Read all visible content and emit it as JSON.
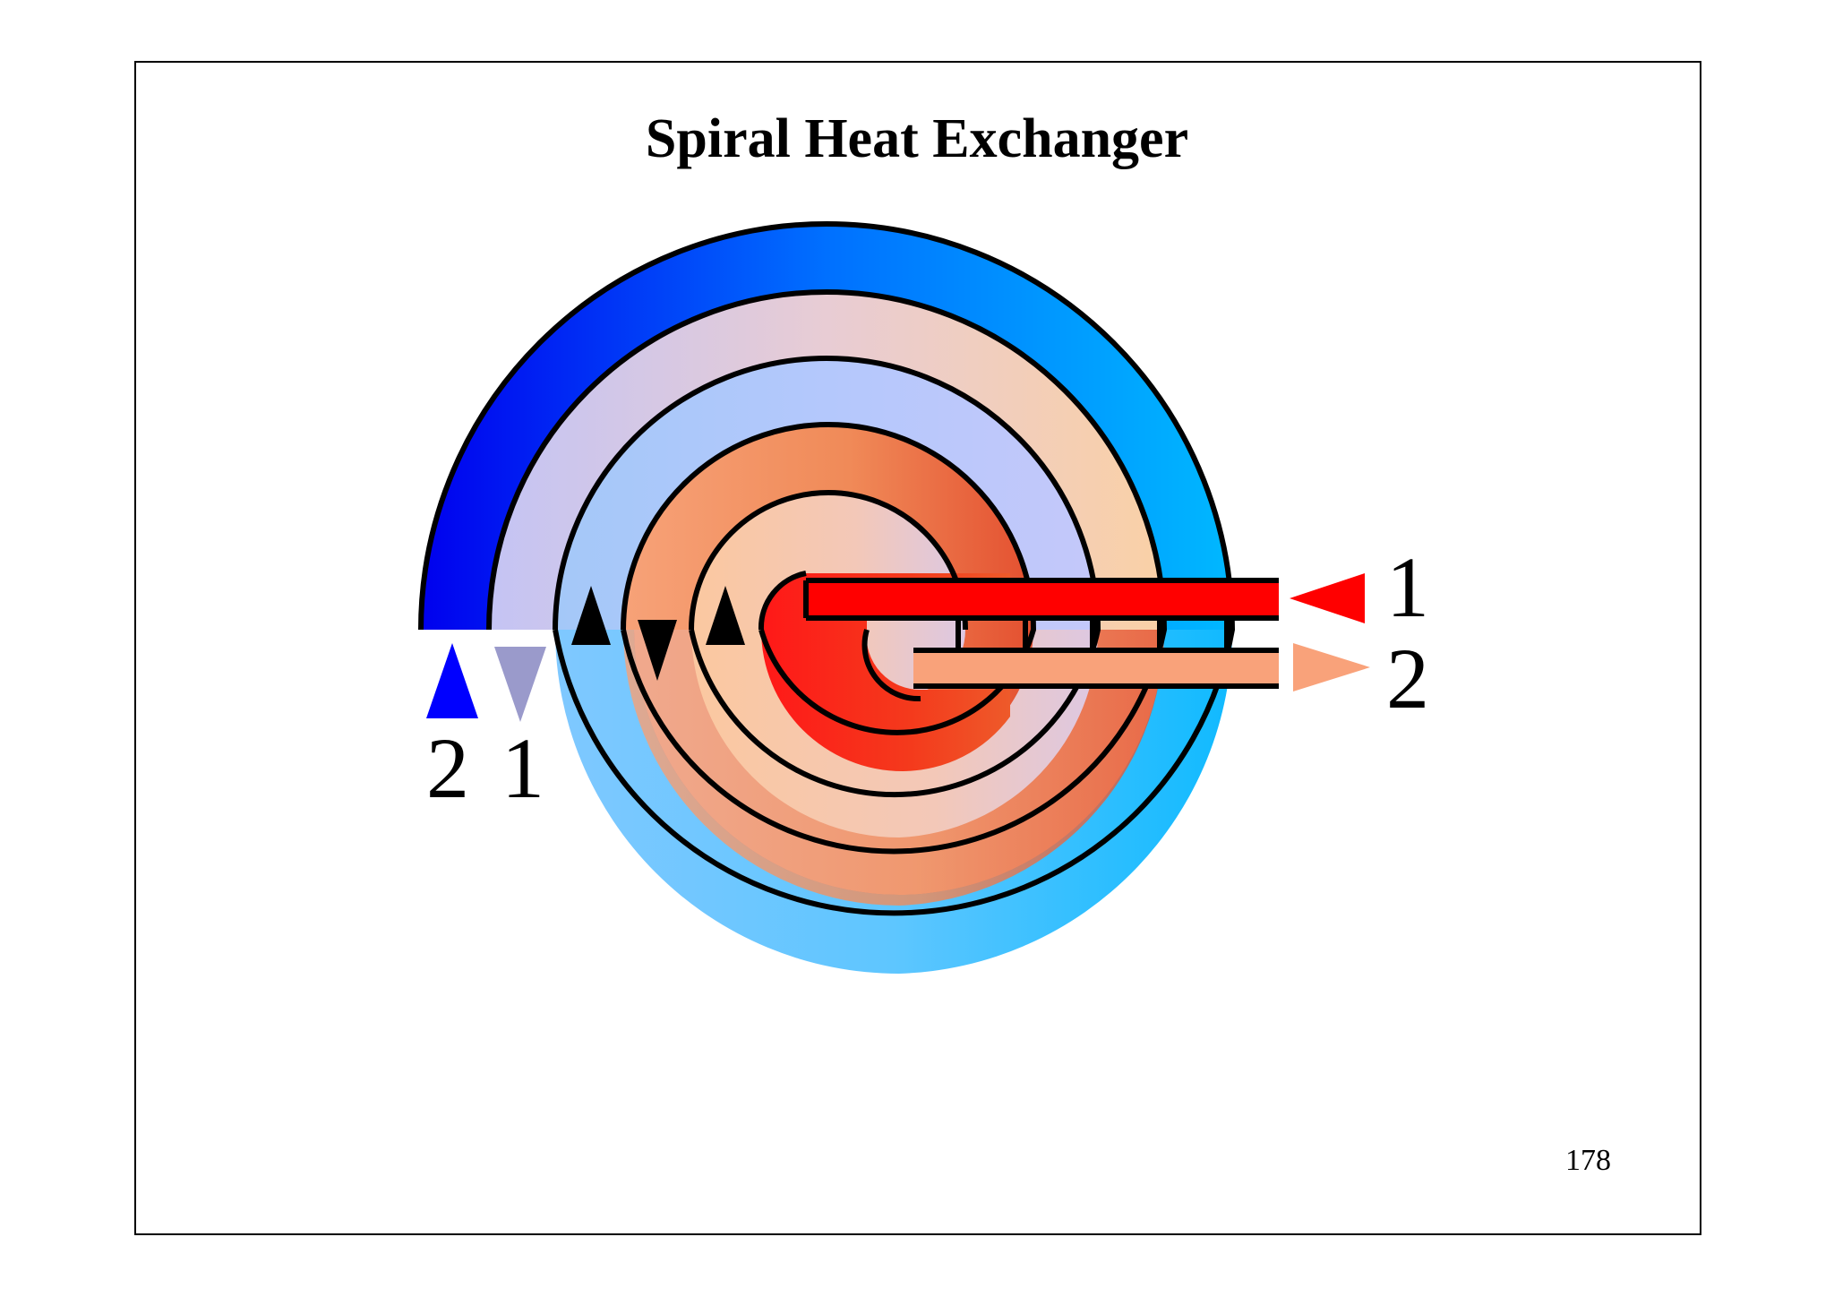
{
  "slide": {
    "title": "Spiral Heat Exchanger",
    "page_number": "178"
  },
  "diagram": {
    "outlet_labels": {
      "fluid_2": "2",
      "fluid_1": "1"
    },
    "port_labels": {
      "fluid_1": "1",
      "fluid_2": "2"
    },
    "colors": {
      "hot_fluid_1": "#ff0000",
      "warm_fluid_2": "#f9a27a",
      "cold_fluid_2": "#0000ff",
      "cool_fluid_1": "#9a9acb",
      "outline": "#000000"
    }
  }
}
